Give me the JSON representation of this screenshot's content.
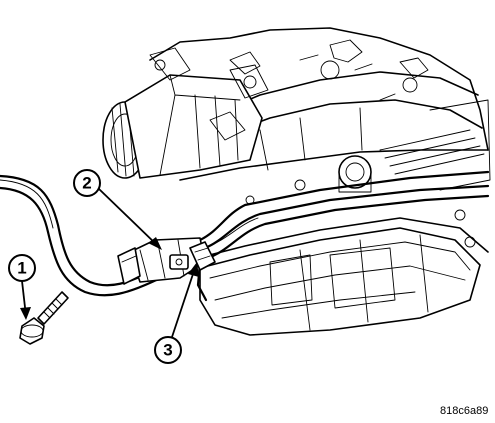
{
  "figure": {
    "id_code": "818c6a89"
  },
  "callouts": [
    {
      "number": "1",
      "target": "bolt"
    },
    {
      "number": "2",
      "target": "tube-bracket"
    },
    {
      "number": "3",
      "target": "line-retainer"
    }
  ]
}
